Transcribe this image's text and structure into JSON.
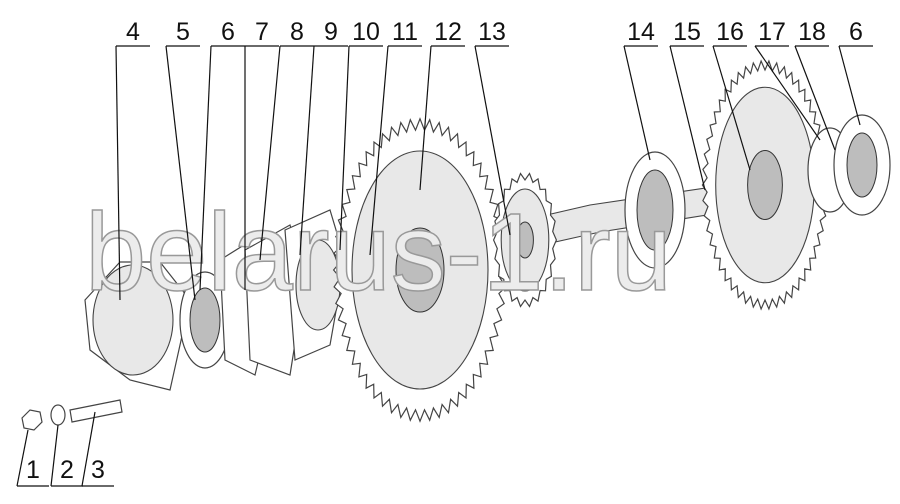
{
  "diagram": {
    "watermark": "belarus-1.ru",
    "callouts_top": [
      "4",
      "5",
      "6",
      "7",
      "8",
      "9",
      "10",
      "11",
      "12",
      "13",
      "14",
      "15",
      "16",
      "17",
      "18",
      "6"
    ],
    "callouts_bottom": [
      "1",
      "2",
      "3"
    ]
  }
}
